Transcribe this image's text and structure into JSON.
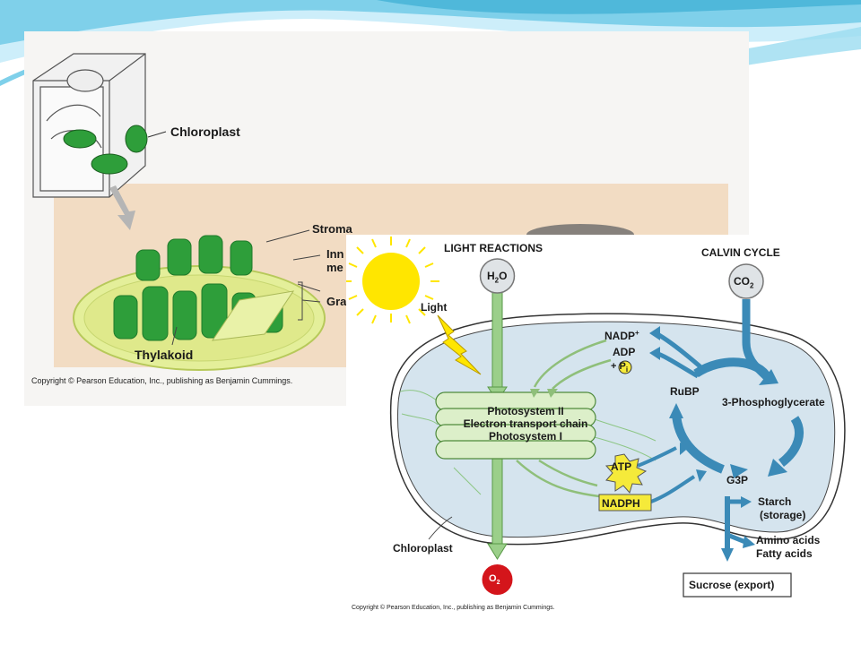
{
  "slide": {
    "header_color": "#5bc3e0",
    "header_light_color": "#bfe8f5"
  },
  "panel_cell": {
    "labels": {
      "chloroplast": "Chloroplast",
      "stroma": "Stroma",
      "inner_membrane_partial_1": "Inn",
      "inner_membrane_partial_2": "me",
      "granum_partial": "Gra",
      "thylakoid": "Thylakoid"
    },
    "copyright": "Copyright © Pearson Education, Inc., publishing as Benjamin Cummings.",
    "colors": {
      "background": "#f6f5f3",
      "band": "#f2dcc3",
      "chloroplast_green": "#2e9e3a",
      "chloroplast_body": "#e4ef9a"
    }
  },
  "panel_cycle": {
    "headings": {
      "light_reactions": "LIGHT REACTIONS",
      "calvin_cycle": "CALVIN CYCLE"
    },
    "inputs": {
      "water_sym": "H",
      "water_sub": "2",
      "water_tail": "O",
      "co2_sym": "CO",
      "co2_sub": "2",
      "light": "Light"
    },
    "thylakoid": {
      "line1": "Photosystem II",
      "line2": "Electron transport chain",
      "line3": "Photosystem I"
    },
    "molecules": {
      "nadp_plus": "NADP",
      "plus_sign": "+",
      "adp": "ADP",
      "pi_plus": "+",
      "pi_p": "P",
      "pi_sub": "i",
      "atp": "ATP",
      "nadph": "NADPH",
      "rubp": "RuBP",
      "pga": "3-Phosphoglycerate",
      "g3p": "G3P",
      "starch": "Starch",
      "starch_sub": "(storage)",
      "amino": "Amino acids",
      "fatty": "Fatty acids",
      "sucrose": "Sucrose (export)"
    },
    "output": {
      "o2_sym": "O",
      "o2_sub": "2"
    },
    "chloroplast_label": "Chloroplast",
    "copyright": "Copyright © Pearson Education, Inc., publishing as Benjamin Cummings.",
    "colors": {
      "stroma": "#d5e4ee",
      "calvin_arrow": "#3b8ab7",
      "light_arrow": "#8fbf7a",
      "o2_red": "#d4151b",
      "atp_yellow": "#f5ea3a",
      "sun": "#ffe600"
    }
  }
}
